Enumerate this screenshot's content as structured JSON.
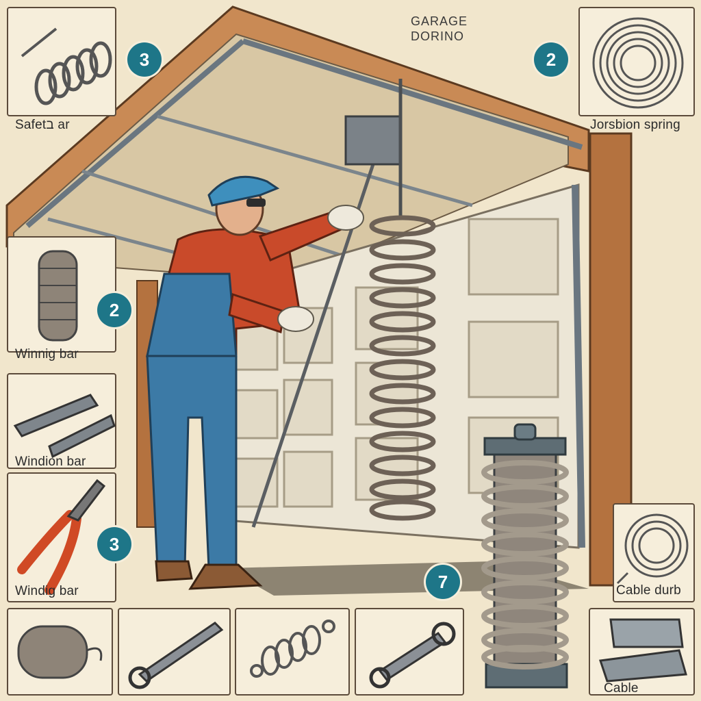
{
  "title_lines": [
    "GARAGE",
    "DORINO"
  ],
  "labels": {
    "top_left": "Safetב ar",
    "top_right": "Jorsbion spring",
    "mid_left_1": "Winnig bar",
    "mid_left_2": "Windion bar",
    "mid_left_3": "Windig bar",
    "right_cable": "Cable durb",
    "bottom_right": "Cable"
  },
  "badges": {
    "top_left": "3",
    "top_right": "2",
    "mid_left": "2",
    "lower_left": "3",
    "center": "7"
  },
  "colors": {
    "badge": "#1e7688",
    "background": "#f1e6cc",
    "wood": "#a8693a",
    "shirt": "#c94a2a",
    "overalls": "#3c7aa6",
    "door": "#ece6d6"
  }
}
